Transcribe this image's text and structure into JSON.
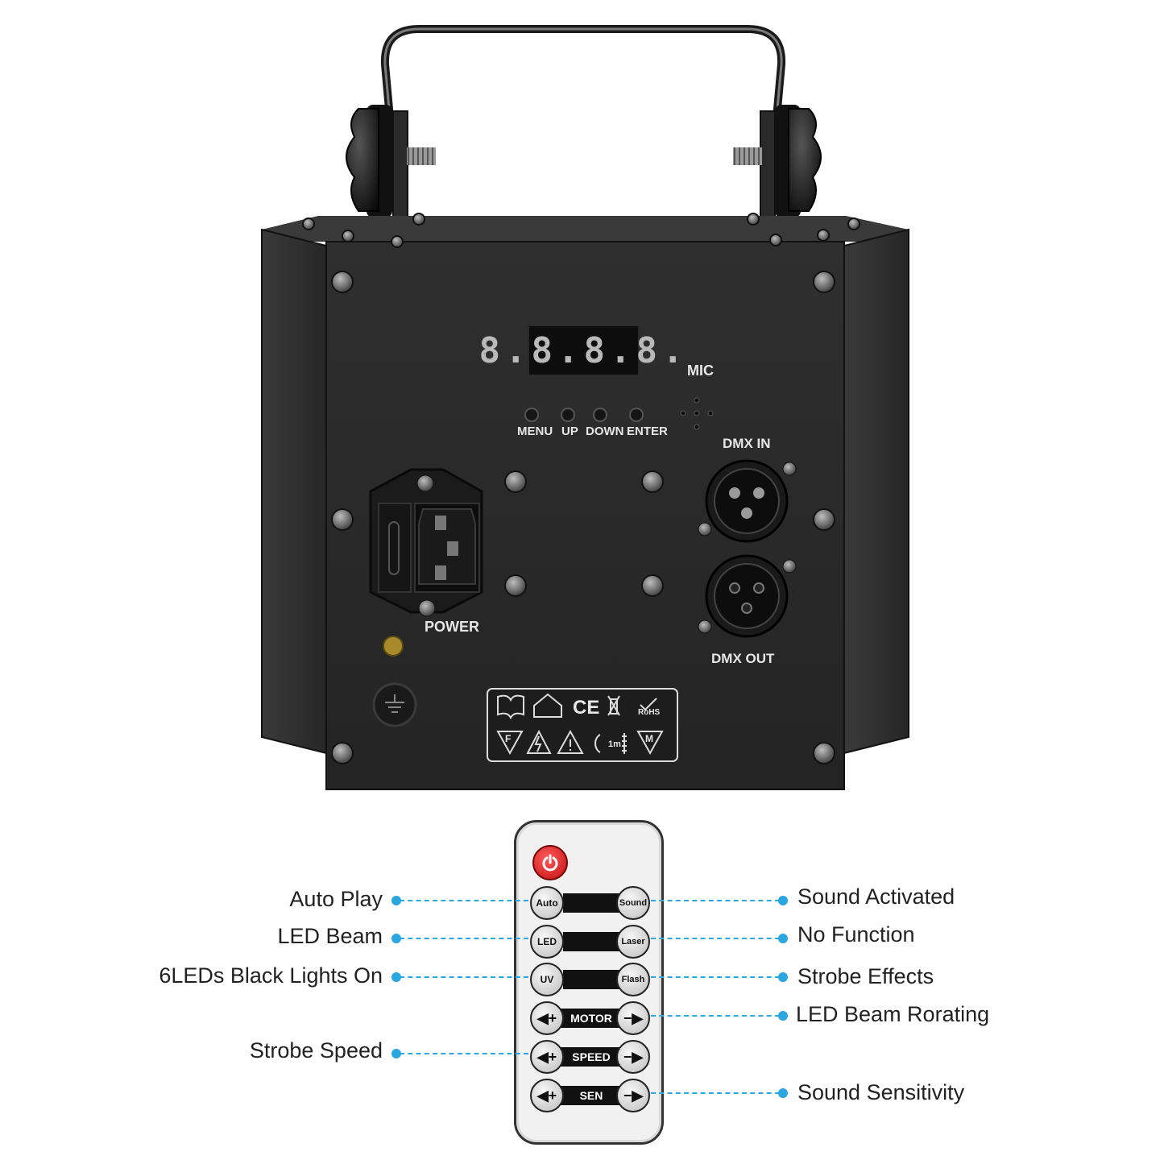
{
  "device": {
    "display_digits": "8.8.8.8.",
    "mic_label": "MIC",
    "buttons": [
      "MENU",
      "UP",
      "DOWN",
      "ENTER"
    ],
    "dmx_in_label": "DMX IN",
    "dmx_out_label": "DMX OUT",
    "power_label": "POWER",
    "cert_symbols_top": [
      "book-icon",
      "house-icon",
      "CE",
      "weee-icon",
      "RoHS"
    ],
    "cert_symbols_bottom": [
      "F",
      "warning-high-voltage-icon",
      "warning-icon",
      "1m",
      "M"
    ],
    "ce_text": "CE",
    "rohs_text": "RoHS",
    "distance_text": "1m",
    "f_text": "F",
    "m_text": "M"
  },
  "remote": {
    "buttons": {
      "auto": "Auto",
      "sound": "Sound",
      "led": "LED",
      "laser": "Laser",
      "uv": "UV",
      "flash": "Flash",
      "motor": "MOTOR",
      "speed": "SPEED",
      "sen": "SEN",
      "plus": "+",
      "minus": "−"
    }
  },
  "callouts": {
    "left": [
      "Auto Play",
      "LED Beam",
      "6LEDs Black Lights On",
      "Strobe Speed"
    ],
    "right": [
      "Sound Activated",
      "No Function",
      "Strobe Effects",
      "LED Beam Rorating",
      "Sound Sensitivity"
    ]
  },
  "colors": {
    "accent": "#2aa7e0",
    "power_button": "#d11a1a",
    "panel": "#2b2b2b"
  }
}
